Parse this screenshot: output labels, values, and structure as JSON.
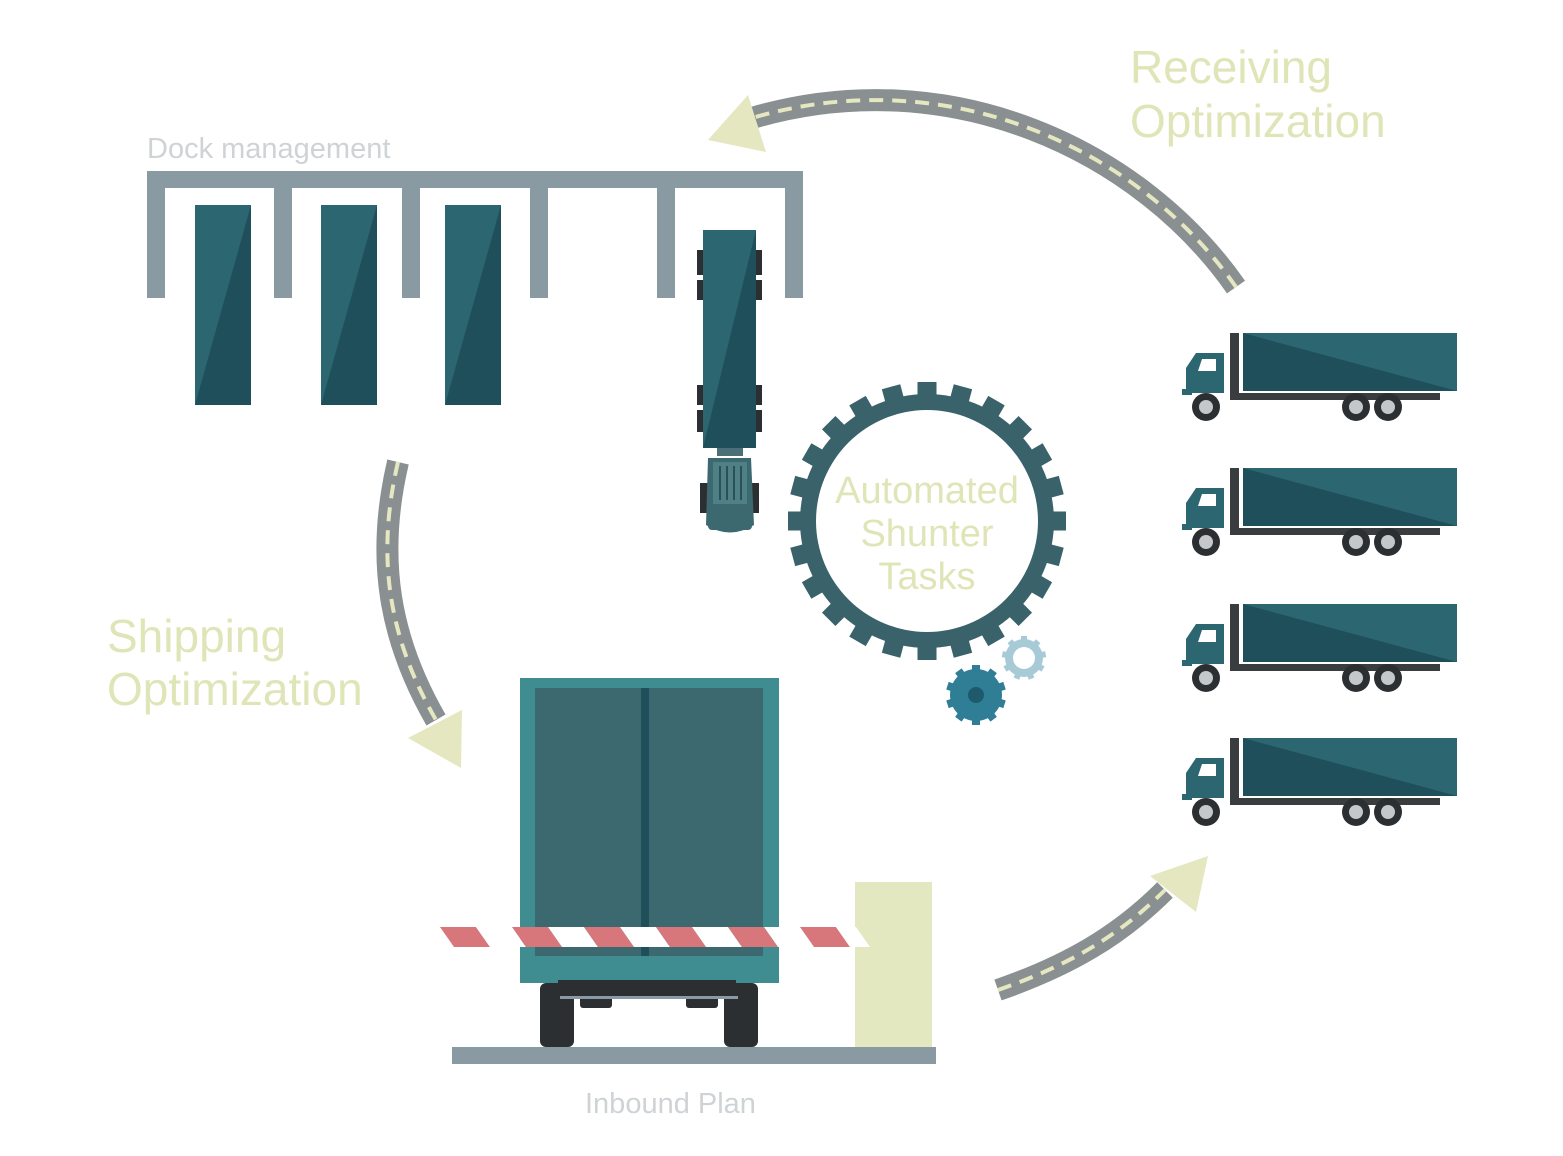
{
  "labels": {
    "receiving": [
      "Receiving",
      "Optimization"
    ],
    "shipping": [
      "Shipping",
      "Optimization"
    ],
    "dock": "Dock management",
    "center": [
      "Automated",
      "Shunter",
      "Tasks"
    ],
    "inbound": "Inbound Plan"
  },
  "colors": {
    "teal_dark": "#1e4f5b",
    "teal": "#2c6670",
    "teal_mid": "#3c6870",
    "teal_light": "#3f8c91",
    "rack": "#8a9aa2",
    "road": "#8a8f91",
    "road_dash": "#e4e7bf",
    "label_green": "#e0e5b8",
    "label_grey": "#cfd3d5",
    "barrier_red": "#d8777b",
    "post": "#e4e8c0",
    "gear_dark": "#3a626a",
    "gear_blue": "#2f7e96",
    "gear_light": "#a7cbd6",
    "tire": "#2c2f31"
  },
  "icons": [
    "loading-dock-rack",
    "trailer",
    "tractor-truck",
    "gear",
    "truck",
    "road-arrow",
    "barrier-gate"
  ]
}
